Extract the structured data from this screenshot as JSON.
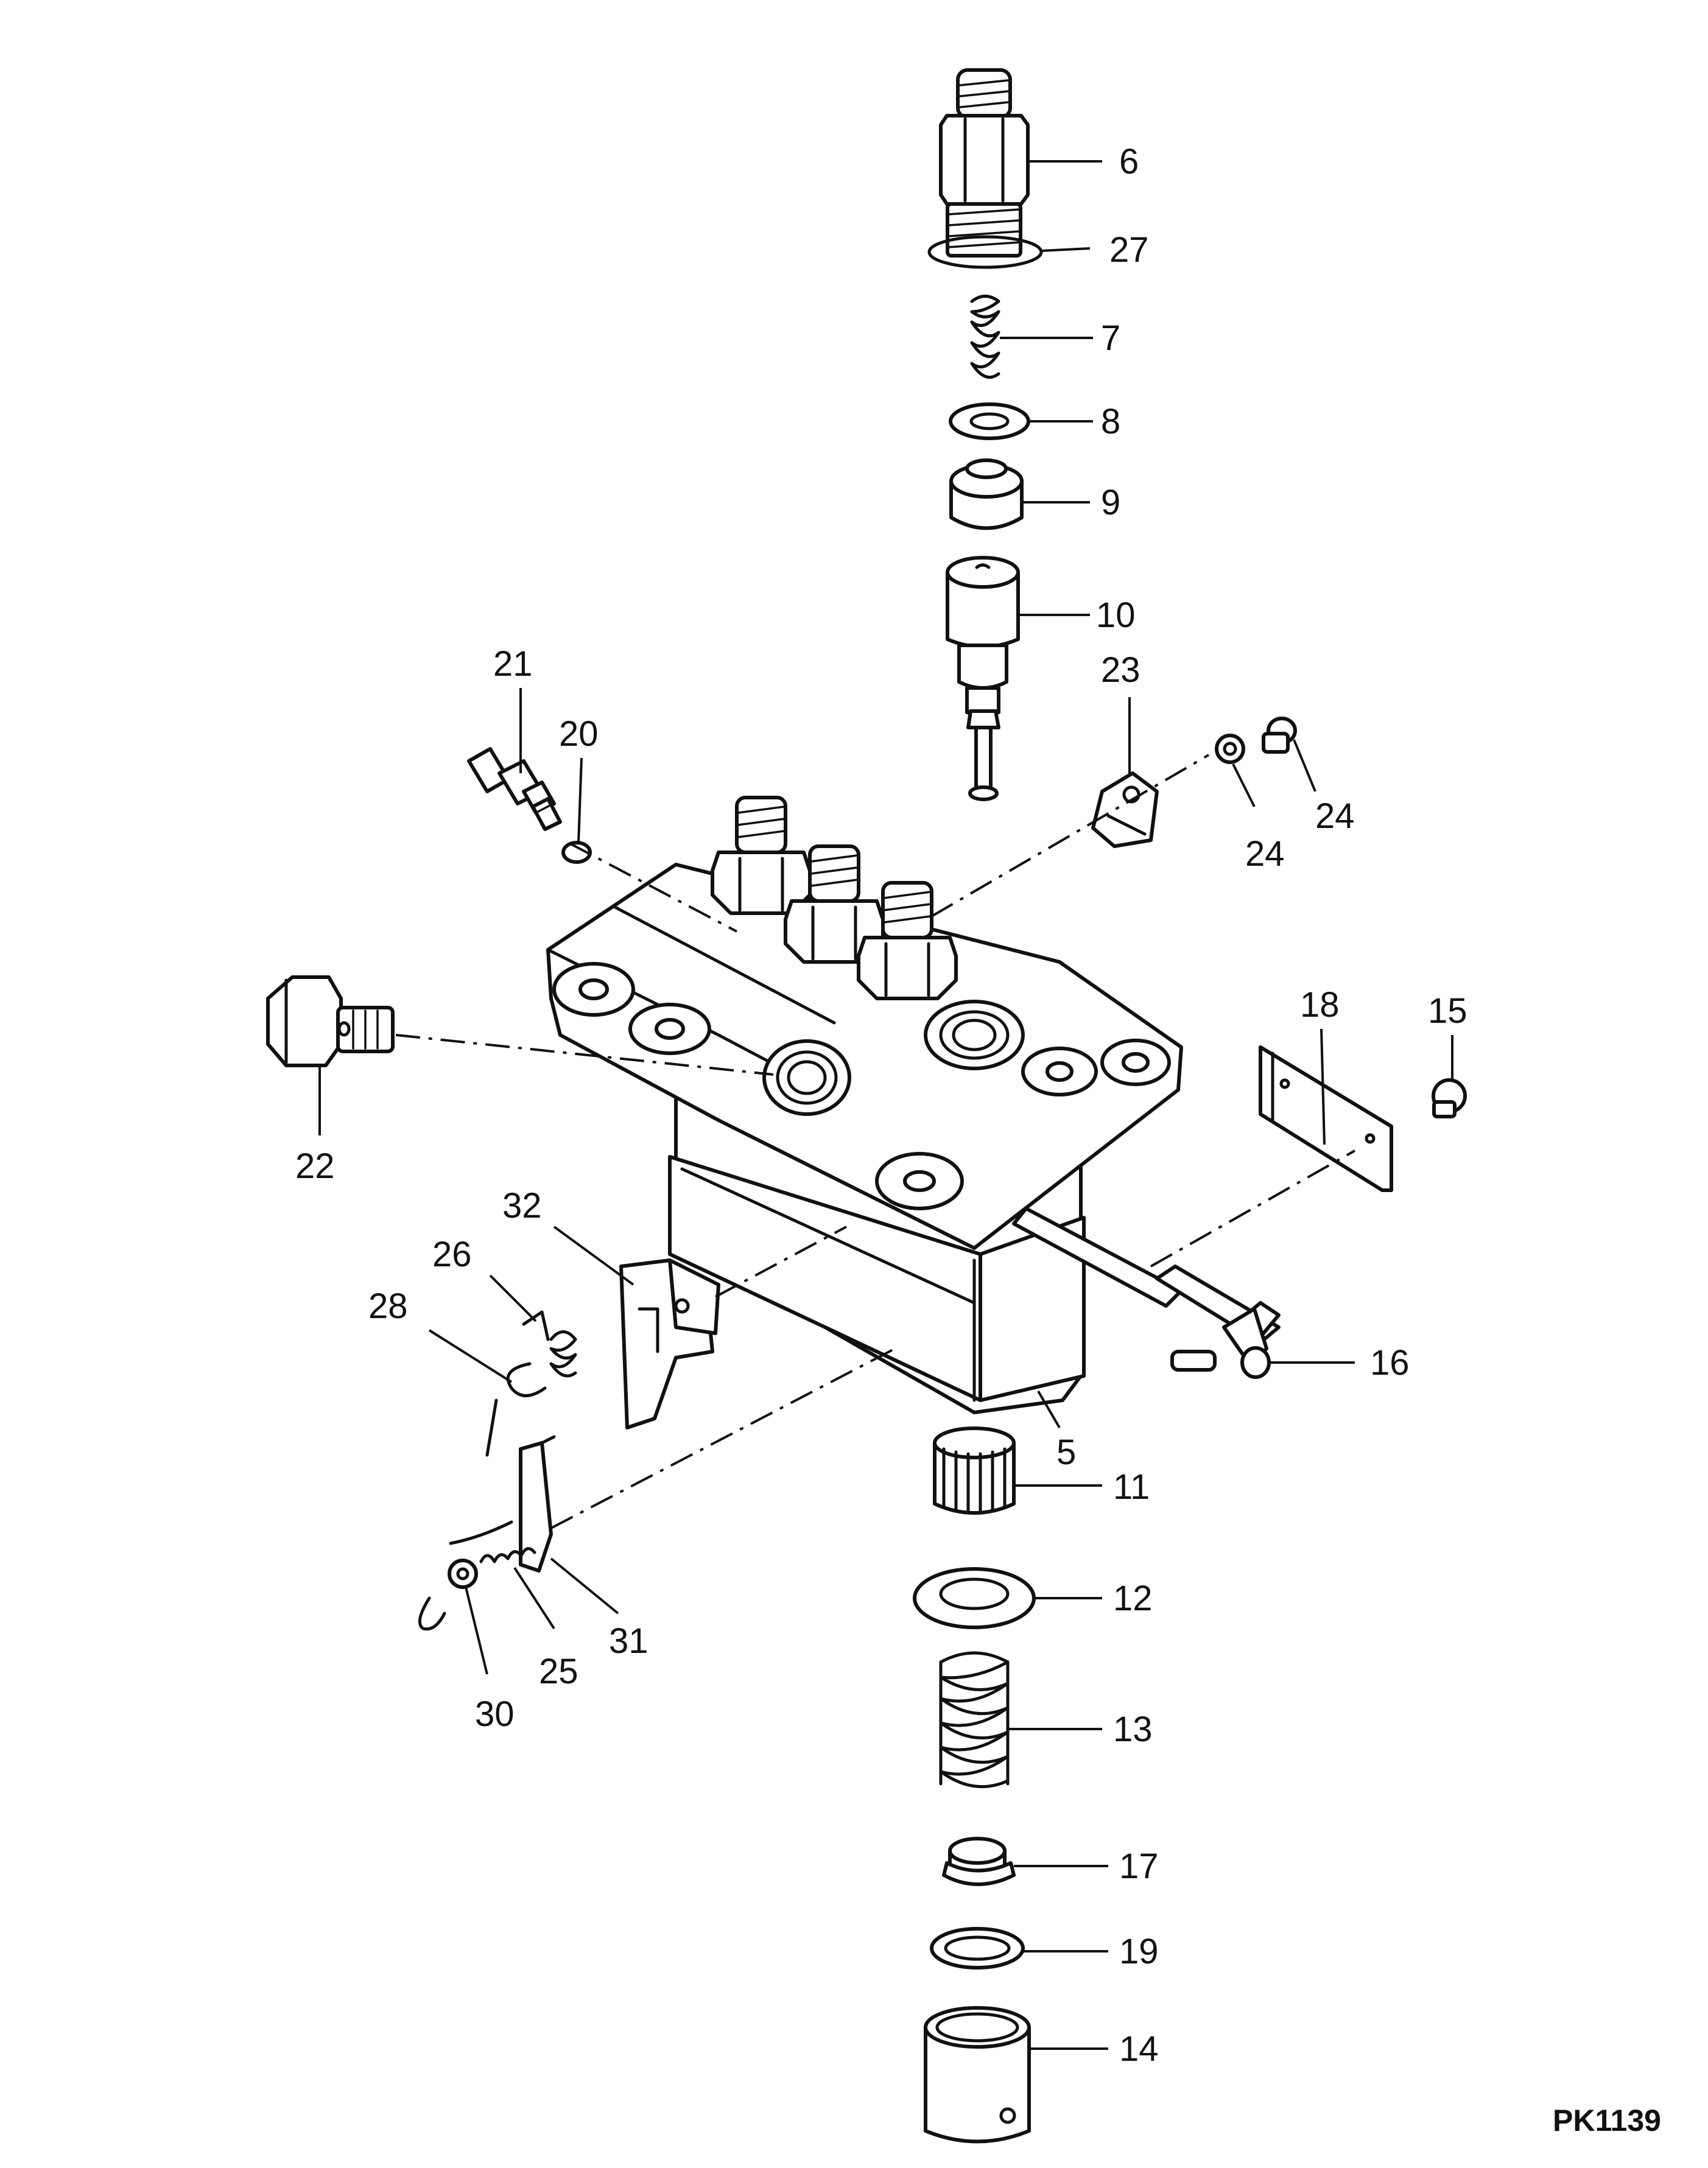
{
  "figure_code": "PK1139",
  "callouts": [
    {
      "id": "c6",
      "label": "6"
    },
    {
      "id": "c27",
      "label": "27"
    },
    {
      "id": "c7",
      "label": "7"
    },
    {
      "id": "c8",
      "label": "8"
    },
    {
      "id": "c9",
      "label": "9"
    },
    {
      "id": "c10",
      "label": "10"
    },
    {
      "id": "c21",
      "label": "21"
    },
    {
      "id": "c20",
      "label": "20"
    },
    {
      "id": "c23",
      "label": "23"
    },
    {
      "id": "c24a",
      "label": "24"
    },
    {
      "id": "c24b",
      "label": "24"
    },
    {
      "id": "c18",
      "label": "18"
    },
    {
      "id": "c15",
      "label": "15"
    },
    {
      "id": "c22",
      "label": "22"
    },
    {
      "id": "c32",
      "label": "32"
    },
    {
      "id": "c26",
      "label": "26"
    },
    {
      "id": "c28",
      "label": "28"
    },
    {
      "id": "c16",
      "label": "16"
    },
    {
      "id": "c5",
      "label": "5"
    },
    {
      "id": "c11",
      "label": "11"
    },
    {
      "id": "c12",
      "label": "12"
    },
    {
      "id": "c13",
      "label": "13"
    },
    {
      "id": "c31",
      "label": "31"
    },
    {
      "id": "c25",
      "label": "25"
    },
    {
      "id": "c30",
      "label": "30"
    },
    {
      "id": "c17",
      "label": "17"
    },
    {
      "id": "c19",
      "label": "19"
    },
    {
      "id": "c14",
      "label": "14"
    }
  ]
}
